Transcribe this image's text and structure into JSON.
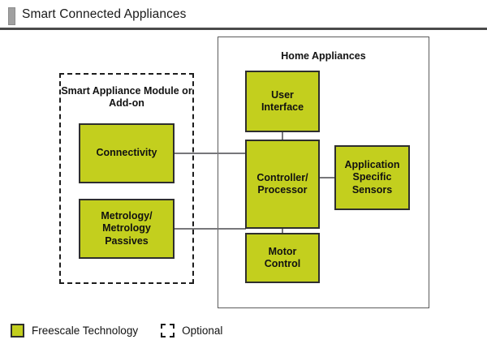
{
  "header": {
    "title": "Smart Connected Appliances",
    "accent_color": "#a0a0a0"
  },
  "diagram": {
    "type": "block-diagram",
    "brand_color": "#c3cf1e",
    "border_color": "#2e2e2e",
    "connector_color": "#77777a",
    "groups": [
      {
        "id": "smart-appliance-module",
        "title": "Smart Appliance Module\nor Add-on",
        "border_style": "dashed",
        "meaning": "Optional"
      },
      {
        "id": "home-appliances",
        "title": "Home Appliances",
        "border_style": "solid",
        "meaning": "Appliance system boundary"
      }
    ],
    "blocks": [
      {
        "id": "connectivity",
        "label": "Connectivity",
        "group": "smart-appliance-module",
        "freescale": true
      },
      {
        "id": "metrology",
        "label": "Metrology/\nMetrology\nPassives",
        "group": "smart-appliance-module",
        "freescale": true
      },
      {
        "id": "user-interface",
        "label": "User\nInterface",
        "group": "home-appliances",
        "freescale": true
      },
      {
        "id": "controller",
        "label": "Controller/\nProcessor",
        "group": "home-appliances",
        "freescale": true
      },
      {
        "id": "sensors",
        "label": "Application\nSpecific\nSensors",
        "group": "home-appliances",
        "freescale": true
      },
      {
        "id": "motor-control",
        "label": "Motor\nControl",
        "group": "home-appliances",
        "freescale": true
      }
    ],
    "connections": [
      {
        "from": "connectivity",
        "to": "controller"
      },
      {
        "from": "metrology",
        "to": "controller"
      },
      {
        "from": "user-interface",
        "to": "controller"
      },
      {
        "from": "controller",
        "to": "sensors"
      },
      {
        "from": "controller",
        "to": "motor-control"
      }
    ]
  },
  "legend": {
    "items": [
      {
        "id": "freescale",
        "label": "Freescale Technology",
        "swatch": "solid-green"
      },
      {
        "id": "optional",
        "label": "Optional",
        "swatch": "dashed-outline"
      }
    ]
  }
}
